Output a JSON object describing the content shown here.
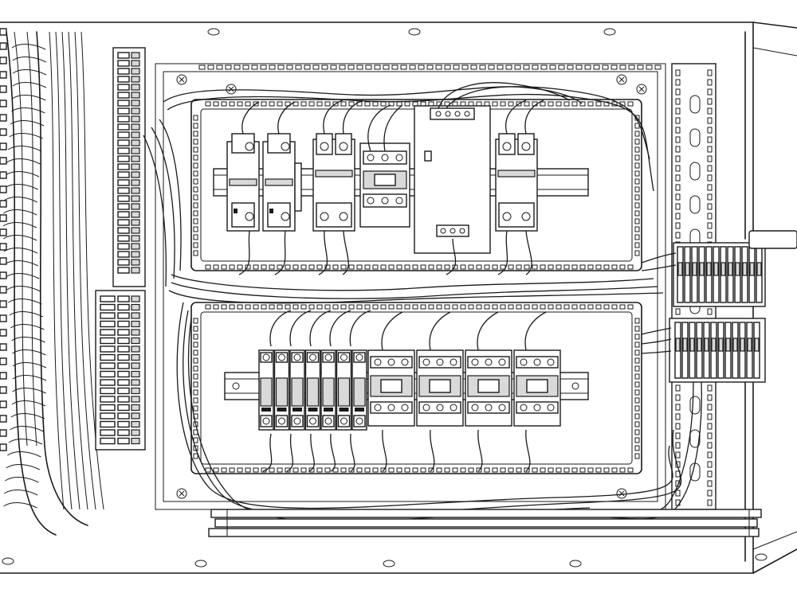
{
  "diagram": {
    "subject": "electrical-control-panel-line-drawing",
    "colors": {
      "ink": "#1a1a1a",
      "paper": "#ffffff",
      "shade": "#d9d9d9"
    },
    "upper_rail": {
      "breakers": 4,
      "contactors": 1,
      "power_supplies": 1
    },
    "lower_rail": {
      "breaker_modules": 7,
      "contactors": 4
    },
    "left_terminal_strip": {
      "terminals": 28
    },
    "right_terminal_strip": {
      "terminals": 12
    }
  }
}
